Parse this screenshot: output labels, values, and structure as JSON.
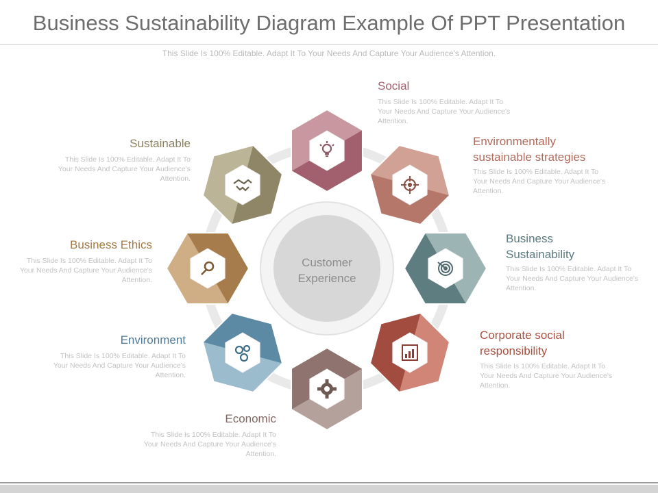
{
  "title": "Business Sustainability Diagram Example Of PPT Presentation",
  "subtitle": "This Slide Is 100% Editable. Adapt It To Your Needs And Capture Your Audience's Attention.",
  "center": {
    "line1": "Customer",
    "line2": "Experience"
  },
  "items": [
    {
      "key": "social",
      "label": "Social",
      "desc": "This Slide Is 100% Editable. Adapt It To Your Needs And Capture Your Audience's Attention.",
      "color": "#a2606f",
      "color_light": "#c9979f",
      "label_color": "#a2606f",
      "icon": "lightbulb-icon"
    },
    {
      "key": "environmentally-sustainable-strategies",
      "label": "Environmentally sustainable strategies",
      "desc": "This Slide Is 100% Editable. Adapt It To Your Needs And Capture Your Audience's Attention.",
      "color": "#b57769",
      "color_light": "#d2a196",
      "label_color": "#b06a5b",
      "icon": "crosshair-icon"
    },
    {
      "key": "business-sustainability",
      "label": "Business Sustainability",
      "desc": "This Slide Is 100% Editable. Adapt It To Your Needs And Capture Your Audience's Attention.",
      "color": "#5e7d80",
      "color_light": "#9db4b4",
      "label_color": "#5a7a80",
      "icon": "target-icon"
    },
    {
      "key": "corporate-social-responsibility",
      "label": "Corporate social responsibility",
      "desc": "This Slide Is 100% Editable. Adapt It To Your Needs And Capture Your Audience's Attention.",
      "color": "#a24c40",
      "color_light": "#d08577",
      "label_color": "#a9503f",
      "icon": "bar-chart-icon"
    },
    {
      "key": "economic",
      "label": "Economic",
      "desc": "This Slide Is 100% Editable. Adapt It To Your Needs And Capture Your Audience's Attention.",
      "color": "#8e736f",
      "color_light": "#b5a19b",
      "label_color": "#7f6863",
      "icon": "gear-icon"
    },
    {
      "key": "environment",
      "label": "Environment",
      "desc": "This Slide Is 100% Editable. Adapt It To Your Needs And Capture Your Audience's Attention.",
      "color": "#5c8aa5",
      "color_light": "#9abccd",
      "label_color": "#4f7b98",
      "icon": "gears-icon"
    },
    {
      "key": "business-ethics",
      "label": "Business Ethics",
      "desc": "This Slide Is 100% Editable. Adapt It To Your Needs And Capture Your Audience's Attention.",
      "color": "#a67c4c",
      "color_light": "#cfae85",
      "label_color": "#a47a45",
      "icon": "magnifier-icon"
    },
    {
      "key": "sustainable",
      "label": "Sustainable",
      "desc": "This Slide Is 100% Editable. Adapt It To Your Needs And Capture Your Audience's Attention.",
      "color": "#8f8667",
      "color_light": "#bcb497",
      "label_color": "#8b8161",
      "icon": "handshake-icon"
    }
  ]
}
